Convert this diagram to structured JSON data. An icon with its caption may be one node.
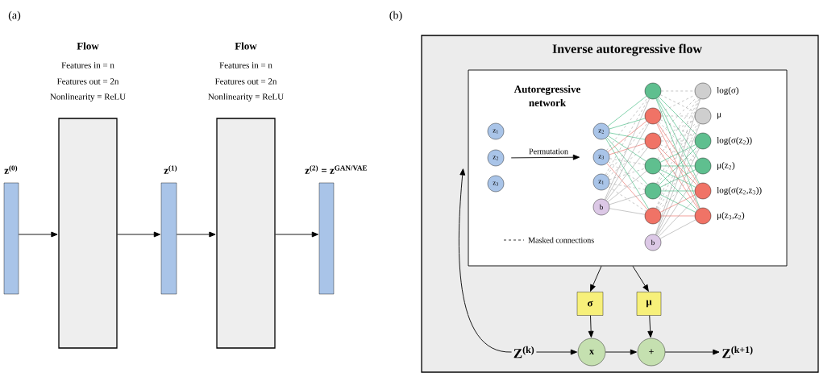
{
  "diagram": {
    "nodes": [
      {
        "text": [
          "z$^{(0)}$"
        ]
      },
      {
        "text": [
          "Flow",
          "Features in = n",
          "Features out = 2n",
          "Nonlinearity = ReLU"
        ]
      },
      {
        "text": [
          "z$^{(1)}$"
        ]
      },
      {
        "text": [
          "Flow",
          "Features in = n",
          "Features out = 2n",
          "Nonlinearity = ReLU"
        ]
      },
      {
        "text": [
          "z$^{(2)}$ = z$^{GAN/VAE}$"
        ]
      },
      {
        "text": [
          "Inverse autoregressive flow"
        ]
      },
      {
        "text": [
          "Autoregressive network"
        ],
        "in": 5
      },
      {
        "text": [
          "z$_{1}$"
        ],
        "in": 6
      },
      {
        "text": [
          "z$_{2}$"
        ],
        "in": 6
      },
      {
        "text": [
          "z$_{3}$"
        ],
        "in": 6
      },
      {
        "text": [
          "z$_{2}$"
        ],
        "in": 6
      },
      {
        "text": [
          "z$_{3}$"
        ],
        "in": 6
      },
      {
        "text": [
          "z$_{1}$"
        ],
        "in": 6
      },
      {
        "text": [
          "b"
        ],
        "in": 6
      },
      {
        "text": [],
        "shape": "circle",
        "in": 6
      },
      {
        "text": [],
        "shape": "circle",
        "in": 6
      },
      {
        "text": [],
        "shape": "circle",
        "in": 6
      },
      {
        "text": [],
        "shape": "circle",
        "in": 6
      },
      {
        "text": [],
        "shape": "circle",
        "in": 6
      },
      {
        "text": [],
        "shape": "circle",
        "in": 6
      },
      {
        "text": [
          "b"
        ],
        "in": 6
      },
      {
        "text": [],
        "shape": "circle",
        "in": 6,
        "beside": [
          "log(σ)"
        ]
      },
      {
        "text": [],
        "shape": "circle",
        "in": 6,
        "beside": [
          "μ"
        ]
      },
      {
        "text": [],
        "shape": "circle",
        "in": 6,
        "beside": [
          "log(σ(z$_{2}$))"
        ]
      },
      {
        "text": [],
        "shape": "circle",
        "in": 6,
        "beside": [
          "μ(z$_{2}$)"
        ]
      },
      {
        "text": [],
        "shape": "circle",
        "in": 6,
        "beside": [
          "log(σ(z$_{2}$,z$_{3}$))"
        ]
      },
      {
        "text": [],
        "shape": "circle",
        "in": 6,
        "beside": [
          "μ(z$_{3}$,z$_{2}$)"
        ]
      },
      {
        "text": [
          "σ"
        ],
        "in": 5
      },
      {
        "text": [
          "μ"
        ],
        "in": 5
      },
      {
        "text": [
          "Z$^{(k)}$"
        ],
        "in": 5
      },
      {
        "text": [
          "x"
        ],
        "in": 5
      },
      {
        "text": [
          "+"
        ],
        "in": 5
      },
      {
        "text": [
          "Z$^{(k+1)}$"
        ],
        "in": 5
      }
    ],
    "edges": [
      {
        "from": 0,
        "to": 1,
        "arrow": "to",
        "color": "#000000"
      },
      {
        "from": 1,
        "to": 2,
        "arrow": "to",
        "color": "#000000"
      },
      {
        "from": 2,
        "to": 3,
        "arrow": "to",
        "color": "#000000"
      },
      {
        "from": 3,
        "to": 4,
        "arrow": "to",
        "color": "#000000"
      },
      {
        "from": 8,
        "to": 11,
        "arrow": "to",
        "label": "Permutation",
        "color": "#000000"
      },
      {
        "from": 10,
        "to": 14,
        "arrow": "none",
        "color": "#1fae6a"
      },
      {
        "from": 10,
        "to": 15,
        "arrow": "none",
        "color": "#1fae6a"
      },
      {
        "from": 10,
        "to": 16,
        "arrow": "none",
        "color": "#1fae6a"
      },
      {
        "from": 10,
        "to": 17,
        "arrow": "none",
        "color": "#1fae6a"
      },
      {
        "from": 10,
        "to": 18,
        "arrow": "none",
        "color": "#1fae6a"
      },
      {
        "from": 10,
        "to": 19,
        "arrow": "none",
        "color": "#1fae6a"
      },
      {
        "from": 11,
        "to": 14,
        "arrow": "none",
        "style": "dashed",
        "color": "#999999"
      },
      {
        "from": 11,
        "to": 15,
        "arrow": "none",
        "color": "#e8524a"
      },
      {
        "from": 11,
        "to": 16,
        "arrow": "none",
        "color": "#e8524a"
      },
      {
        "from": 11,
        "to": 17,
        "arrow": "none",
        "style": "dashed",
        "color": "#999999"
      },
      {
        "from": 11,
        "to": 18,
        "arrow": "none",
        "style": "dashed",
        "color": "#999999"
      },
      {
        "from": 11,
        "to": 19,
        "arrow": "none",
        "color": "#e8524a"
      },
      {
        "from": 12,
        "to": 14,
        "arrow": "none",
        "style": "dashed",
        "color": "#999999"
      },
      {
        "from": 12,
        "to": 15,
        "arrow": "none",
        "style": "dashed",
        "color": "#999999"
      },
      {
        "from": 12,
        "to": 16,
        "arrow": "none",
        "style": "dashed",
        "color": "#999999"
      },
      {
        "from": 12,
        "to": 17,
        "arrow": "none",
        "style": "dashed",
        "color": "#999999"
      },
      {
        "from": 12,
        "to": 18,
        "arrow": "none",
        "style": "dashed",
        "color": "#999999"
      },
      {
        "from": 12,
        "to": 19,
        "arrow": "none",
        "style": "dashed",
        "color": "#999999"
      },
      {
        "from": 13,
        "to": 14,
        "arrow": "none",
        "color": "#999999"
      },
      {
        "from": 13,
        "to": 15,
        "arrow": "none",
        "color": "#999999"
      },
      {
        "from": 13,
        "to": 16,
        "arrow": "none",
        "color": "#999999"
      },
      {
        "from": 13,
        "to": 17,
        "arrow": "none",
        "color": "#999999"
      },
      {
        "from": 13,
        "to": 18,
        "arrow": "none",
        "color": "#999999"
      },
      {
        "from": 13,
        "to": 19,
        "arrow": "none",
        "color": "#999999"
      },
      {
        "from": 14,
        "to": 21,
        "arrow": "none",
        "style": "dashed",
        "color": "#999999"
      },
      {
        "from": 14,
        "to": 22,
        "arrow": "none",
        "style": "dashed",
        "color": "#999999"
      },
      {
        "from": 14,
        "to": 23,
        "arrow": "none",
        "color": "#1fae6a"
      },
      {
        "from": 14,
        "to": 24,
        "arrow": "none",
        "color": "#1fae6a"
      },
      {
        "from": 14,
        "to": 25,
        "arrow": "none",
        "color": "#1fae6a"
      },
      {
        "from": 14,
        "to": 26,
        "arrow": "none",
        "color": "#1fae6a"
      },
      {
        "from": 15,
        "to": 21,
        "arrow": "none",
        "style": "dashed",
        "color": "#999999"
      },
      {
        "from": 15,
        "to": 22,
        "arrow": "none",
        "style": "dashed",
        "color": "#999999"
      },
      {
        "from": 15,
        "to": 23,
        "arrow": "none",
        "style": "dashed",
        "color": "#999999"
      },
      {
        "from": 15,
        "to": 24,
        "arrow": "none",
        "style": "dashed",
        "color": "#999999"
      },
      {
        "from": 15,
        "to": 25,
        "arrow": "none",
        "color": "#e8524a"
      },
      {
        "from": 15,
        "to": 26,
        "arrow": "none",
        "color": "#e8524a"
      },
      {
        "from": 16,
        "to": 21,
        "arrow": "none",
        "style": "dashed",
        "color": "#999999"
      },
      {
        "from": 16,
        "to": 22,
        "arrow": "none",
        "style": "dashed",
        "color": "#999999"
      },
      {
        "from": 16,
        "to": 23,
        "arrow": "none",
        "style": "dashed",
        "color": "#999999"
      },
      {
        "from": 16,
        "to": 24,
        "arrow": "none",
        "style": "dashed",
        "color": "#999999"
      },
      {
        "from": 16,
        "to": 25,
        "arrow": "none",
        "color": "#e8524a"
      },
      {
        "from": 16,
        "to": 26,
        "arrow": "none",
        "color": "#e8524a"
      },
      {
        "from": 17,
        "to": 21,
        "arrow": "none",
        "style": "dashed",
        "color": "#999999"
      },
      {
        "from": 17,
        "to": 22,
        "arrow": "none",
        "style": "dashed",
        "color": "#999999"
      },
      {
        "from": 17,
        "to": 23,
        "arrow": "none",
        "color": "#1fae6a"
      },
      {
        "from": 17,
        "to": 24,
        "arrow": "none",
        "color": "#1fae6a"
      },
      {
        "from": 17,
        "to": 25,
        "arrow": "none",
        "color": "#1fae6a"
      },
      {
        "from": 17,
        "to": 26,
        "arrow": "none",
        "color": "#1fae6a"
      },
      {
        "from": 18,
        "to": 21,
        "arrow": "none",
        "style": "dashed",
        "color": "#999999"
      },
      {
        "from": 18,
        "to": 22,
        "arrow": "none",
        "style": "dashed",
        "color": "#999999"
      },
      {
        "from": 18,
        "to": 23,
        "arrow": "none",
        "color": "#1fae6a"
      },
      {
        "from": 18,
        "to": 24,
        "arrow": "none",
        "color": "#1fae6a"
      },
      {
        "from": 18,
        "to": 25,
        "arrow": "none",
        "color": "#1fae6a"
      },
      {
        "from": 18,
        "to": 26,
        "arrow": "none",
        "color": "#1fae6a"
      },
      {
        "from": 19,
        "to": 21,
        "arrow": "none",
        "style": "dashed",
        "color": "#999999"
      },
      {
        "from": 19,
        "to": 22,
        "arrow": "none",
        "style": "dashed",
        "color": "#999999"
      },
      {
        "from": 19,
        "to": 23,
        "arrow": "none",
        "style": "dashed",
        "color": "#999999"
      },
      {
        "from": 19,
        "to": 24,
        "arrow": "none",
        "style": "dashed",
        "color": "#999999"
      },
      {
        "from": 19,
        "to": 25,
        "arrow": "none",
        "color": "#e8524a"
      },
      {
        "from": 19,
        "to": 26,
        "arrow": "none",
        "color": "#e8524a"
      },
      {
        "from": 20,
        "to": 21,
        "arrow": "none",
        "color": "#999999"
      },
      {
        "from": 20,
        "to": 22,
        "arrow": "none",
        "color": "#999999"
      },
      {
        "from": 20,
        "to": 23,
        "arrow": "none",
        "color": "#999999"
      },
      {
        "from": 20,
        "to": 24,
        "arrow": "none",
        "color": "#999999"
      },
      {
        "from": 20,
        "to": 25,
        "arrow": "none",
        "color": "#999999"
      },
      {
        "from": 20,
        "to": 26,
        "arrow": "none",
        "color": "#999999"
      },
      {
        "from": 6,
        "to": 27,
        "arrow": "to",
        "color": "#000000"
      },
      {
        "from": 6,
        "to": 28,
        "arrow": "to",
        "color": "#000000"
      },
      {
        "from": 27,
        "to": 30,
        "arrow": "to",
        "color": "#000000"
      },
      {
        "from": 28,
        "to": 31,
        "arrow": "to",
        "color": "#000000"
      },
      {
        "from": 29,
        "to": 30,
        "arrow": "to",
        "color": "#000000"
      },
      {
        "from": 30,
        "to": 31,
        "arrow": "to",
        "color": "#000000"
      },
      {
        "from": 31,
        "to": 32,
        "arrow": "to",
        "color": "#000000"
      },
      {
        "from": 29,
        "to": 6,
        "arrow": "to",
        "color": "#000000"
      }
    ],
    "labels": [
      "(a)",
      "(b)"
    ],
    "legend": [
      {
        "text": "Masked connections"
      }
    ]
  }
}
